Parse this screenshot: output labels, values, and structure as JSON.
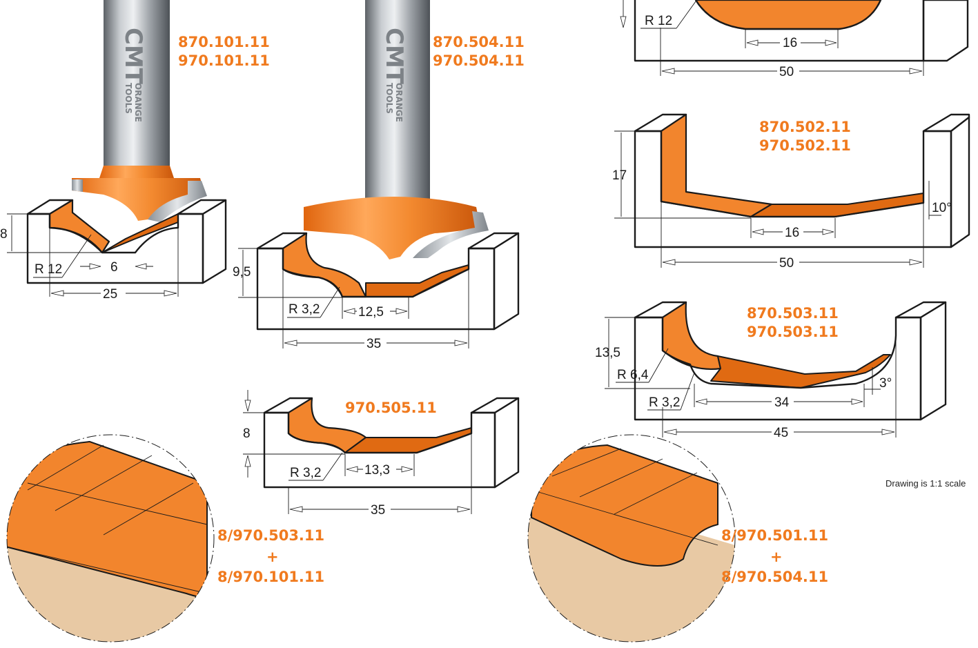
{
  "products": {
    "p101": {
      "code_a": "870.101.11",
      "code_b": "970.101.11",
      "dims": {
        "height": "8",
        "radius": "R 12",
        "bottom": "6",
        "width": "25"
      }
    },
    "p504": {
      "code_a": "870.504.11",
      "code_b": "970.504.11",
      "dims": {
        "height": "9,5",
        "radius": "R 3,2",
        "bottom": "12,5",
        "width": "35"
      }
    },
    "p501": {
      "dims": {
        "radius": "R 12",
        "bottom": "16",
        "width": "50"
      }
    },
    "p502": {
      "code_a": "870.502.11",
      "code_b": "970.502.11",
      "dims": {
        "height": "17",
        "bottom": "16",
        "width": "50",
        "angle": "10°"
      }
    },
    "p503": {
      "code_a": "870.503.11",
      "code_b": "970.503.11",
      "dims": {
        "height": "13,5",
        "radius_1": "R 6,4",
        "radius_2": "R 3,2",
        "bottom": "34",
        "width": "45",
        "angle": "3°"
      }
    },
    "p505": {
      "code_a": "970.505.11",
      "dims": {
        "height": "8",
        "radius": "R 3,2",
        "bottom": "13,3",
        "width": "35"
      }
    }
  },
  "combos": {
    "left": {
      "line1": "8/970.503.11",
      "plus": "+",
      "line2": "8/970.101.11"
    },
    "right": {
      "line1": "8/970.501.11",
      "plus": "+",
      "line2": "8/970.504.11"
    }
  },
  "brand": {
    "name": "CMT",
    "tagline_1": "ORANGE",
    "tagline_2": "TOOLS"
  },
  "scale_note": "Drawing is 1:1 scale",
  "colors": {
    "orange": "#f07a1e",
    "steel": "#9aa0a6",
    "wood": "#e8c9a4",
    "ink": "#1a1a1a"
  }
}
